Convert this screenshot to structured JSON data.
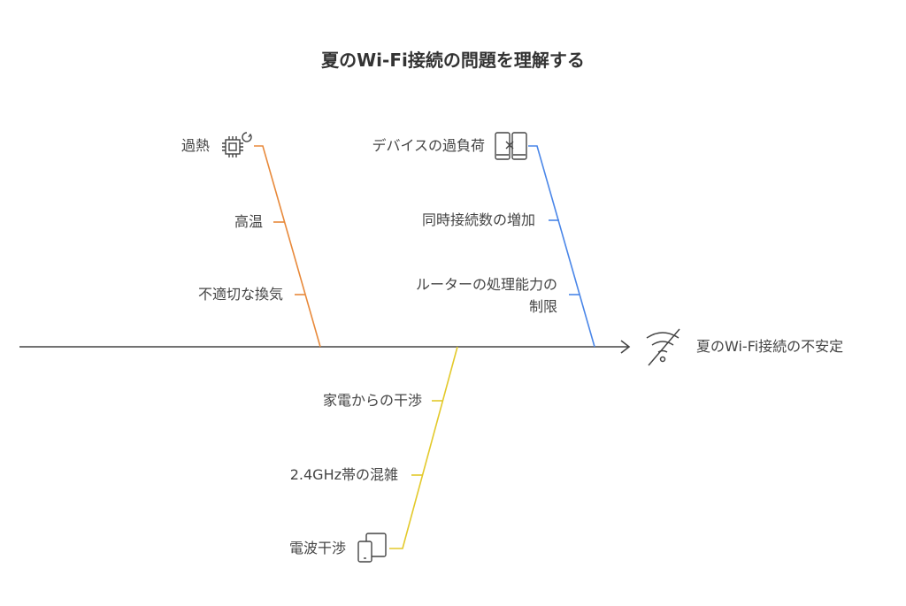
{
  "title": "夏のWi-Fi接続の問題を理解する",
  "effect": "夏のWi-Fi接続の不安定",
  "colors": {
    "overheat": "#e8893a",
    "device": "#4a86e8",
    "interference": "#e3c92a",
    "spine": "#444444"
  },
  "branches": [
    {
      "label": "過熱",
      "icon": "cpu-flame-icon",
      "causes": [
        "高温",
        "不適切な換気"
      ]
    },
    {
      "label": "デバイスの過負荷",
      "icon": "devices-x-icon",
      "causes": [
        "同時接続数の増加",
        "ルーターの処理能力の",
        "制限"
      ]
    },
    {
      "label": "電波干渉",
      "icon": "phone-tablet-icon",
      "causes": [
        "家電からの干渉",
        "2.4GHz帯の混雑"
      ]
    }
  ],
  "effect_icon": "wifi-off-icon"
}
